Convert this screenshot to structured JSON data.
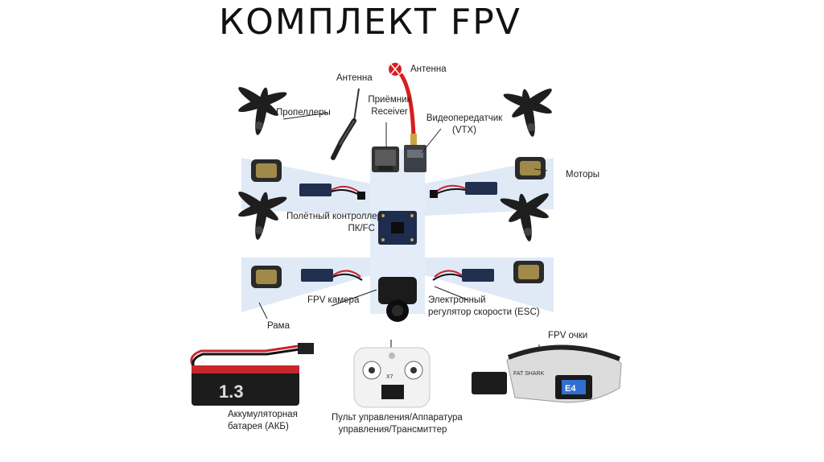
{
  "title": "КОМПЛЕКТ FPV",
  "labels": {
    "antenna_left": "Антенна",
    "antenna_right": "Антенна",
    "propellers": "Пропеллеры",
    "receiver_line1": "Приёмник",
    "receiver_line2": "Receiver",
    "vtx_line1": "Видеопередатчик",
    "vtx_line2": "(VTX)",
    "motors": "Моторы",
    "fc_line1": "Полётный контроллер",
    "fc_line2": "ПК/FC",
    "fpv_camera": "FPV камера",
    "esc_line1": "Электронный",
    "esc_line2": "регулятор скорости (ESC)",
    "frame": "Рама",
    "fpv_goggles": "FPV очки",
    "battery_line1": "Аккумуляторная",
    "battery_line2": "батарея (АКБ)",
    "remote_line1": "Пульт управления/Аппаратура",
    "remote_line2": "управления/Трансмиттер",
    "battery_print": "1.3",
    "remote_brand": "X7",
    "goggles_brand": "FAT SHARK",
    "goggles_screen": "E4"
  },
  "colors": {
    "frame": "#dbe6f4",
    "prop": "#1e1e1e",
    "antenna_red": "#d81e1e",
    "pcb": "#1d2c4f",
    "battery_accent": "#c8262c",
    "goggles_screen": "#2f6fd1"
  }
}
